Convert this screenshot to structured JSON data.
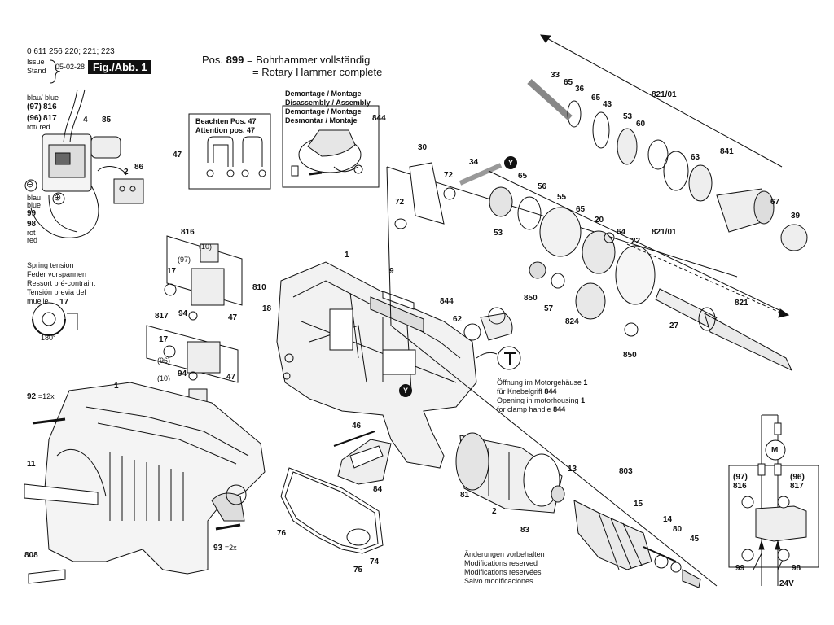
{
  "header": {
    "part_numbers": "0 611 256 220; 221; 223",
    "issue_label": "Issue",
    "stand_label": "Stand",
    "date": "05-02-28",
    "fig_label": "Fig./Abb. 1",
    "pos_prefix": "Pos.",
    "pos_number": "899",
    "pos_line1": "= Bohrhammer vollständig",
    "pos_line2": "= Rotary Hammer complete"
  },
  "wiring_top": {
    "blue_label": "blau/ blue",
    "ref97": "(97)",
    "num816": "816",
    "ref96": "(96)",
    "num817": "817",
    "red_label": "rot/ red",
    "blau": "blau",
    "blue": "blue",
    "num99": "99",
    "num98": "98",
    "rot": "rot",
    "red": "red",
    "minus": "⊖",
    "plus": "⊕"
  },
  "beachten": {
    "line1": "Beachten Pos. 47",
    "line2": "Attention pos. 47",
    "num": "47"
  },
  "demontage": {
    "line1": "Demontage / Montage",
    "line2": "Disassembly / Assembly",
    "line3": "Demontage / Montage",
    "line4": "Desmontar / Montaje",
    "num": "844"
  },
  "spring": {
    "line1": "Spring tension",
    "line2": "Feder vorspannen",
    "line3": "Ressort pré-contraint",
    "line4": "Tensión previa del",
    "line5": "muelle",
    "num": "17",
    "angle": "180°"
  },
  "opening_note": {
    "line1_a": "Öffnung im Motorgehäuse",
    "line1_b": "1",
    "line2_a": "für Knebelgriff",
    "line2_b": "844",
    "line3_a": "Opening in motorhousing",
    "line3_b": "1",
    "line4_a": "for clamp handle",
    "line4_b": "844"
  },
  "modifications": {
    "line1": "Änderungen vorbehalten",
    "line2": "Modifications reserved",
    "line3": "Modifications reservées",
    "line4": "Salvo modificaciones"
  },
  "wiring_bottom": {
    "ref97": "(97)",
    "num816": "816",
    "ref96": "(96)",
    "num817": "817",
    "num99": "99",
    "num98": "98",
    "voltage": "24V",
    "motor": "M"
  },
  "callouts": {
    "n4": "4",
    "n85": "85",
    "n2": "2",
    "n86": "86",
    "n816": "816",
    "n10a": "(10)",
    "n97": "(97)",
    "n17a": "17",
    "n94a": "94",
    "n47a": "47",
    "n810": "810",
    "n817": "817",
    "n17b": "17",
    "n96": "(96)",
    "n94b": "94",
    "n10b": "(10)",
    "n47b": "47",
    "n18": "18",
    "n1a": "1",
    "n9": "9",
    "n844": "844",
    "n62": "62",
    "n92": "92",
    "n12x": "=12x",
    "n1b": "1",
    "n11": "11",
    "n93": "93",
    "n2x": "=2x",
    "n808": "808",
    "n46": "46",
    "n84": "84",
    "n76": "76",
    "n75": "75",
    "n74": "74",
    "n81": "81",
    "n2b": "2",
    "n83": "83",
    "n13": "13",
    "n803": "803",
    "n15": "15",
    "n14": "14",
    "n80": "80",
    "n45": "45",
    "n30": "30",
    "n34": "34",
    "n72a": "72",
    "n72b": "72",
    "n65a": "65",
    "n56": "56",
    "n55": "55",
    "n65b": "65",
    "n20": "20",
    "n64": "64",
    "n22": "22",
    "n53a": "53",
    "n850a": "850",
    "n57": "57",
    "n824": "824",
    "n850b": "850",
    "n27": "27",
    "n821": "821",
    "n821_01a": "821/01",
    "n821_01b": "821/01",
    "n33": "33",
    "n65c": "65",
    "n36": "36",
    "n65d": "65",
    "n43": "43",
    "n53b": "53",
    "n60": "60",
    "n63": "63",
    "n841": "841",
    "n67": "67",
    "n39": "39",
    "nY1": "Y",
    "nY2": "Y"
  }
}
